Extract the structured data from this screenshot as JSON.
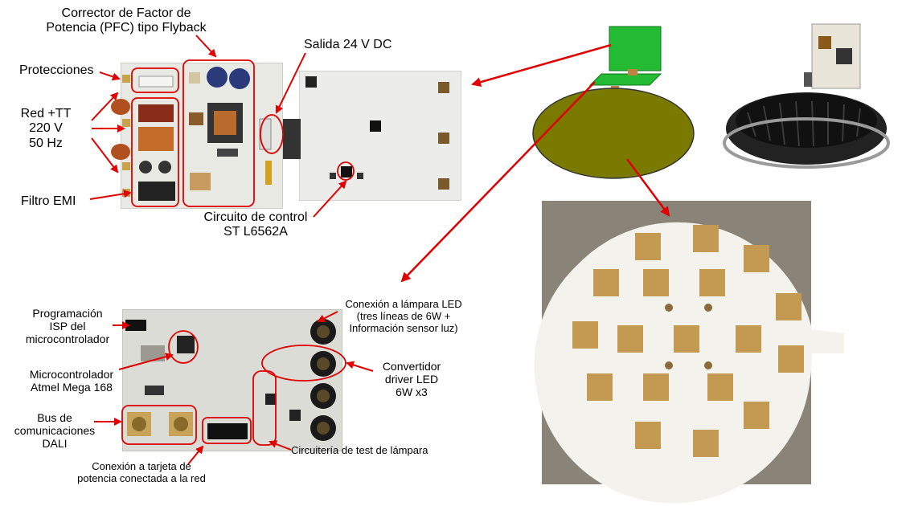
{
  "labels": {
    "pfc": "Corrector de Factor de\nPotencia (PFC) tipo Flyback",
    "salida": "Salida 24 V DC",
    "protecciones": "Protecciones",
    "red": "Red +TT\n220 V\n50 Hz",
    "filtro": "Filtro EMI",
    "control": "Circuito de control\nST L6562A",
    "programacion": "Programación\nISP del\nmicrocontrolador",
    "micro": "Microcontrolador\nAtmel Mega 168",
    "bus": "Bus de\ncomunicaciones\nDALI",
    "conexion_tarjeta": "Conexión a tarjeta de\npotencia conectada a la red",
    "conexion_lampara": "Conexión a lámpara LED\n(tres líneas de 6W +\nInformación sensor luz)",
    "convertidor": "Convertidor\ndriver LED\n6W x3",
    "test": "Circuitería de test de lámpara"
  },
  "colors": {
    "annotation": "#e00000",
    "pcb_green": "#22bb33",
    "disc_olive": "#7a7a00"
  },
  "icons": [
    "power-board-photo",
    "control-board-photo",
    "led-disc-photo",
    "luminaire-photo",
    "driver-board-photo"
  ]
}
